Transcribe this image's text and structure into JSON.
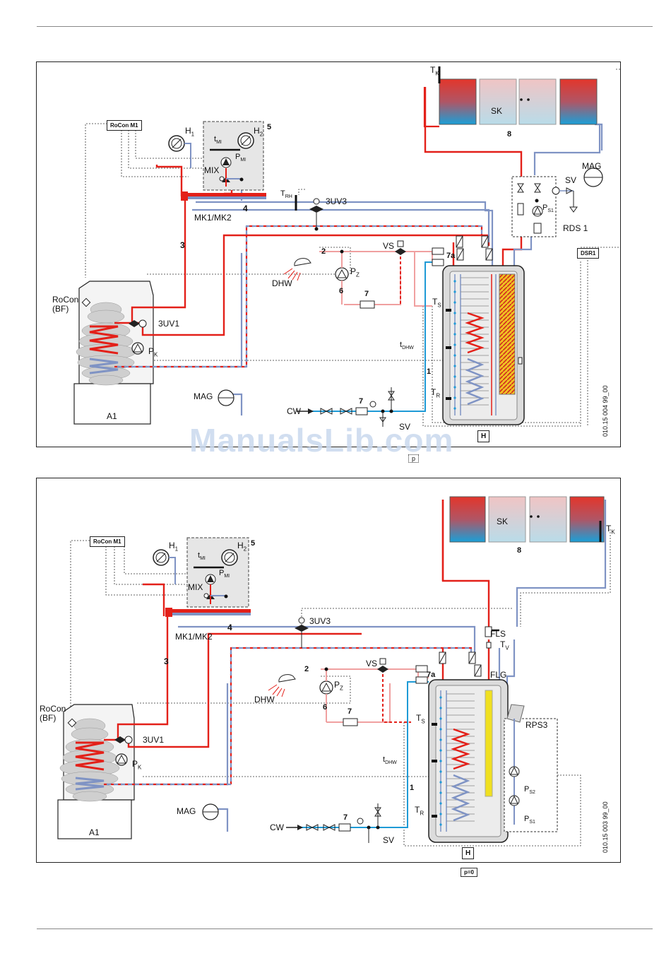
{
  "diagrams": [
    {
      "code": "010.15 004 99_00",
      "labels": {
        "rocon_m1": "RoCon M1",
        "h1": "H",
        "h1_sub": "1",
        "h2": "H",
        "h2_sub": "2",
        "num5": "5",
        "t_mi": "t",
        "t_mi_sub": "MI",
        "p_mi": "P",
        "p_mi_sub": "MI",
        "mix": "MIX",
        "mk": "MK1/MK2",
        "num3": "3",
        "num4": "4",
        "t_rh": "T",
        "t_rh_sub": "RH",
        "uv3": "3UV3",
        "rocon_bf": "RoCon",
        "bf": "(BF)",
        "uv1": "3UV1",
        "pk": "P",
        "pk_sub": "K",
        "a1": "A1",
        "mag": "MAG",
        "dhw": "DHW",
        "num2": "2",
        "pz": "P",
        "pz_sub": "Z",
        "num6": "6",
        "num7": "7",
        "vs": "VS",
        "num7a": "7a",
        "ts": "T",
        "ts_sub": "S",
        "tdhw": "t",
        "tdhw_sub": "DHW",
        "num1": "1",
        "tr": "T",
        "tr_sub": "R",
        "cw": "CW",
        "sv": "SV",
        "tk": "T",
        "tk_sub": "K",
        "sk": "SK",
        "num8": "8",
        "mag2": "MAG",
        "sv2": "SV",
        "ps1": "P",
        "ps1_sub": "S1",
        "rds1": "RDS 1",
        "dsr1": "DSR1",
        "h_box": "H"
      }
    },
    {
      "code": "010.15 003 99_00",
      "labels": {
        "rocon_m1": "RoCon M1",
        "h1": "H",
        "h1_sub": "1",
        "h2": "H",
        "h2_sub": "2",
        "num5": "5",
        "t_mi": "t",
        "t_mi_sub": "MI",
        "p_mi": "P",
        "p_mi_sub": "MI",
        "mix": "MIX",
        "mk": "MK1/MK2",
        "num3": "3",
        "num4": "4",
        "uv3": "3UV3",
        "rocon_bf": "RoCon",
        "bf": "(BF)",
        "uv1": "3UV1",
        "pk": "P",
        "pk_sub": "K",
        "a1": "A1",
        "mag": "MAG",
        "dhw": "DHW",
        "num2": "2",
        "pz": "P",
        "pz_sub": "Z",
        "num6": "6",
        "num7": "7",
        "vs": "VS",
        "num7a": "7a",
        "ts": "T",
        "ts_sub": "S",
        "tdhw": "t",
        "tdhw_sub": "DHW",
        "num1": "1",
        "tr": "T",
        "tr_sub": "R",
        "cw": "CW",
        "sv": "SV",
        "tk": "T",
        "tk_sub": "K",
        "sk": "SK",
        "num8": "8",
        "fls": "FLS",
        "tv": "T",
        "tv_sub": "V",
        "flg": "FLG",
        "rps3": "RPS3",
        "ps2": "P",
        "ps2_sub": "S2",
        "ps1": "P",
        "ps1_sub": "S1",
        "h_box": "H"
      }
    }
  ],
  "p_marks": [
    "p",
    "p=0"
  ],
  "watermark": "ManualsLib.com",
  "colors": {
    "hot": "#e32019",
    "cold": "#7f93c4",
    "blue": "#1e9ad6",
    "pink": "#f0a0a0",
    "sensor": "#111111"
  }
}
